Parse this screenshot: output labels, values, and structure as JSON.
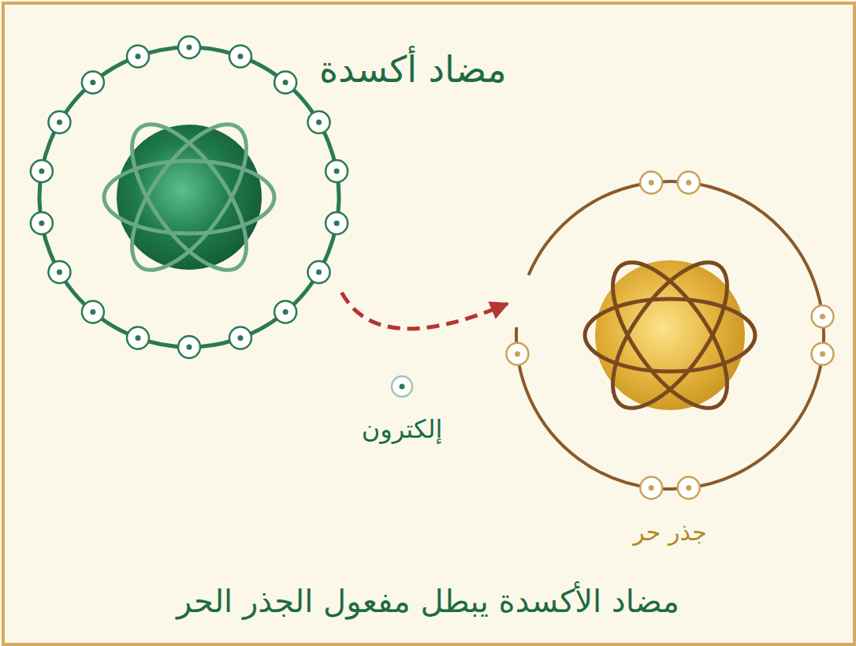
{
  "diagram": {
    "caption": "مضاد الأكسدة يبطل مفعول الجذر الحر",
    "nodes": [
      {
        "text": [
          "مضاد أكسدة"
        ]
      },
      {
        "text": [
          "إلكترون"
        ]
      },
      {
        "text": [
          "جذر حر"
        ]
      }
    ],
    "edges": [
      {
        "from": 0,
        "to": 2,
        "arrow": "to"
      }
    ]
  }
}
